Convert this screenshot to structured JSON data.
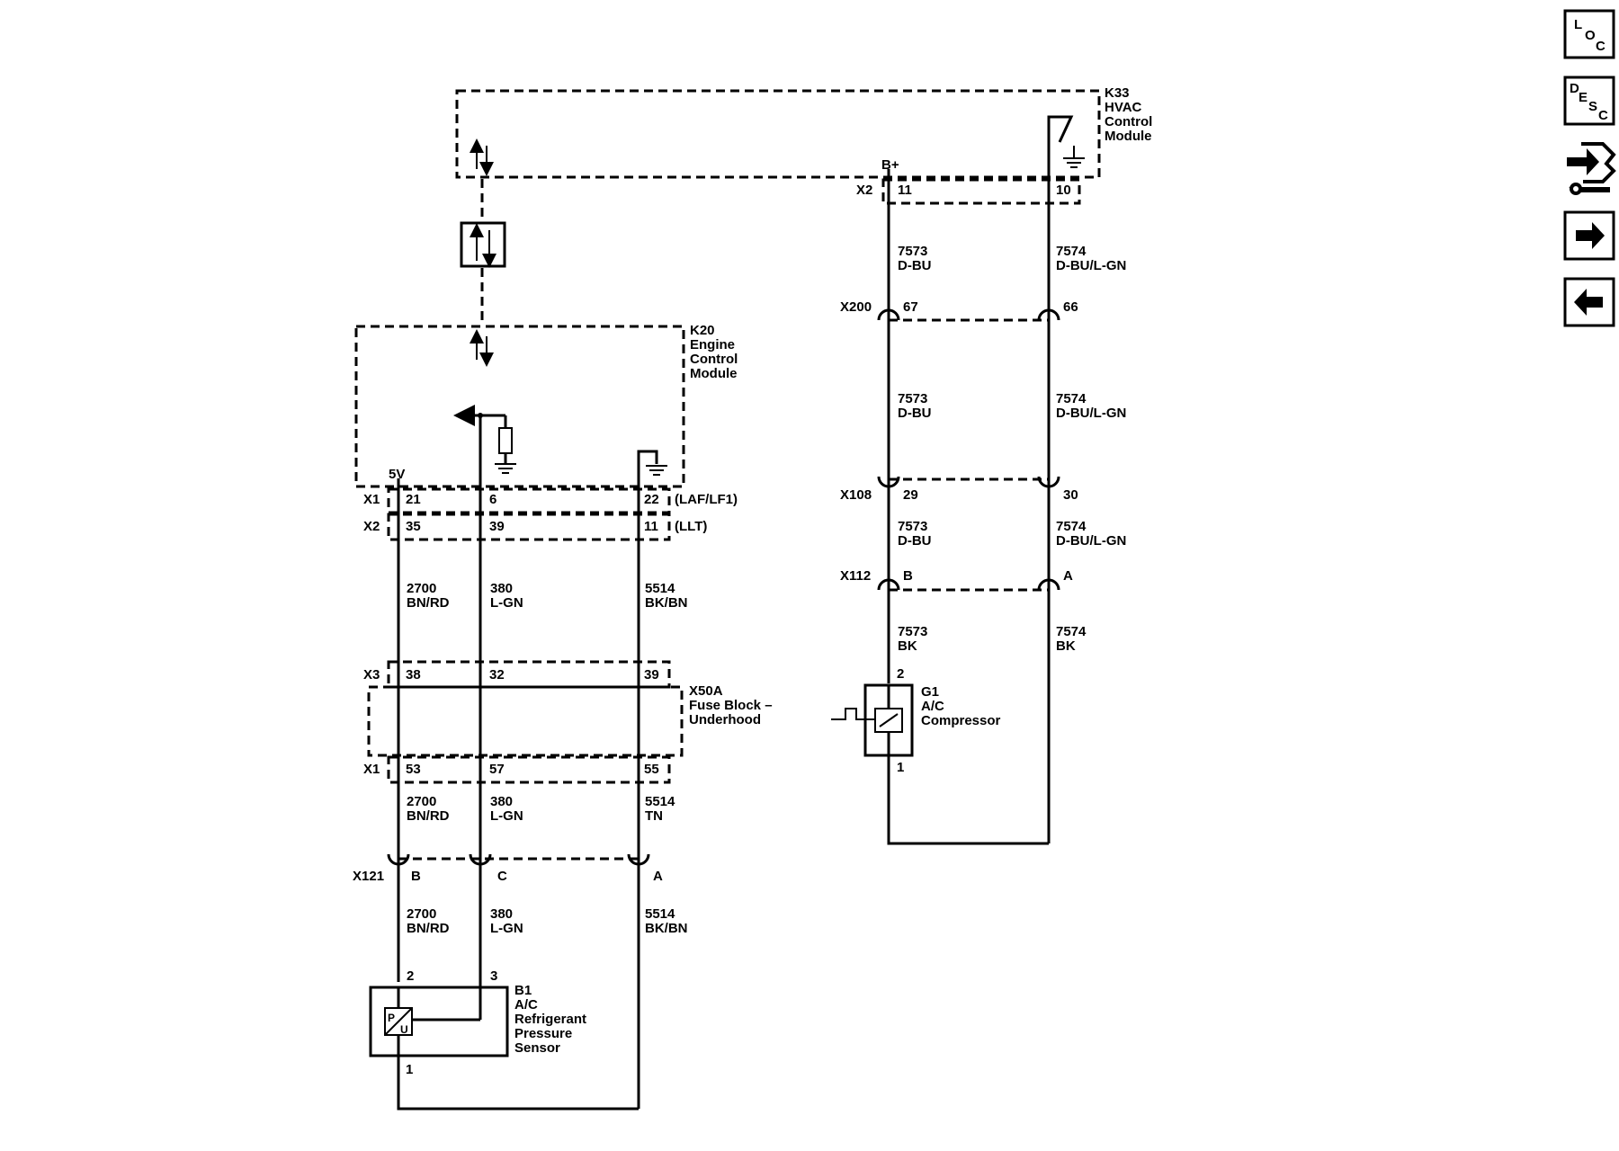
{
  "nav": {
    "loc": {
      "top": "L",
      "mid": "O",
      "bot": "C"
    },
    "desc": {
      "top": "D",
      "mid": "E",
      "low": "S",
      "bot": "C"
    },
    "connector_view_icon": "connector-wrench-icon",
    "next_icon": "arrow-right-icon",
    "prev_icon": "arrow-left-icon"
  },
  "modules": {
    "k33": {
      "id": "K33",
      "l1": "HVAC",
      "l2": "Control",
      "l3": "Module"
    },
    "k20": {
      "id": "K20",
      "l1": "Engine",
      "l2": "Control",
      "l3": "Module"
    },
    "x50a": {
      "id": "X50A",
      "l1": "Fuse Block –",
      "l2": "Underhood"
    },
    "b1": {
      "id": "B1",
      "l1": "A/C",
      "l2": "Refrigerant",
      "l3": "Pressure",
      "l4": "Sensor",
      "sym_p": "P",
      "sym_u": "U"
    },
    "g1": {
      "id": "G1",
      "l1": "A/C",
      "l2": "Compressor"
    }
  },
  "labels": {
    "bplus": "B+",
    "fivev": "5V",
    "k33_x2": {
      "conn": "X2",
      "p11": "11",
      "p10": "10"
    },
    "k20_x1": {
      "conn": "X1",
      "p21": "21",
      "p6": "6",
      "p22": "22",
      "note": "(LAF/LF1)"
    },
    "k20_x2": {
      "conn": "X2",
      "p35": "35",
      "p39": "39",
      "p11": "11",
      "note": "(LLT)"
    },
    "x3": {
      "conn": "X3",
      "p38": "38",
      "p32": "32",
      "p39": "39"
    },
    "x50a_x1": {
      "conn": "X1",
      "p53": "53",
      "p57": "57",
      "p55": "55"
    },
    "x121": {
      "conn": "X121",
      "pb": "B",
      "pc": "C",
      "pa": "A"
    },
    "b1_pins": {
      "p2": "2",
      "p3": "3",
      "p1": "1"
    },
    "x200": {
      "conn": "X200",
      "p67": "67",
      "p66": "66"
    },
    "x108": {
      "conn": "X108",
      "p29": "29",
      "p30": "30"
    },
    "x112": {
      "conn": "X112",
      "pb": "B",
      "pa": "A"
    },
    "g1_pins": {
      "p2": "2",
      "p1": "1"
    }
  },
  "wires": {
    "w2700_a": {
      "num": "2700",
      "color": "BN/RD"
    },
    "w380_a": {
      "num": "380",
      "color": "L-GN"
    },
    "w5514_a": {
      "num": "5514",
      "color": "BK/BN"
    },
    "w2700_b": {
      "num": "2700",
      "color": "BN/RD"
    },
    "w380_b": {
      "num": "380",
      "color": "L-GN"
    },
    "w5514_b": {
      "num": "5514",
      "color": "TN"
    },
    "w2700_c": {
      "num": "2700",
      "color": "BN/RD"
    },
    "w380_c": {
      "num": "380",
      "color": "L-GN"
    },
    "w5514_c": {
      "num": "5514",
      "color": "BK/BN"
    },
    "w7573_a": {
      "num": "7573",
      "color": "D-BU"
    },
    "w7574_a": {
      "num": "7574",
      "color": "D-BU/L-GN"
    },
    "w7573_b": {
      "num": "7573",
      "color": "D-BU"
    },
    "w7574_b": {
      "num": "7574",
      "color": "D-BU/L-GN"
    },
    "w7573_c": {
      "num": "7573",
      "color": "D-BU"
    },
    "w7574_c": {
      "num": "7574",
      "color": "D-BU/L-GN"
    },
    "w7573_d": {
      "num": "7573",
      "color": "BK"
    },
    "w7574_d": {
      "num": "7574",
      "color": "BK"
    }
  }
}
